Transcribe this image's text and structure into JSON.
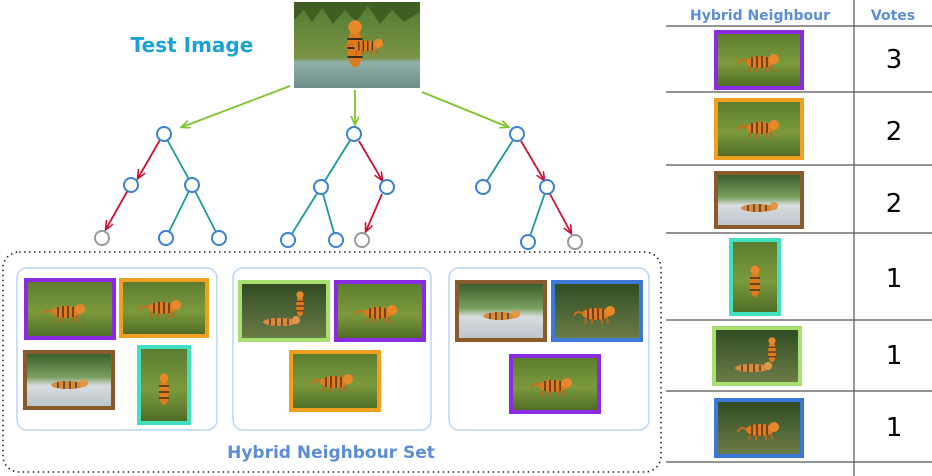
{
  "title": "Test Image",
  "set_label": "Hybrid Neighbour Set",
  "table": {
    "headers": [
      "Hybrid Neighbour",
      "Votes"
    ],
    "rows": [
      {
        "votes": "3",
        "frame": "#8a2be2"
      },
      {
        "votes": "2",
        "frame": "#f0a020"
      },
      {
        "votes": "2",
        "frame": "#8b5a2b"
      },
      {
        "votes": "1",
        "frame": "#40e0c0"
      },
      {
        "votes": "1",
        "frame": "#a8e070"
      },
      {
        "votes": "1",
        "frame": "#3d78d8"
      }
    ]
  },
  "colors": {
    "title_text": "#1aa3d0",
    "label_text": "#5b8ed6",
    "edge": "#1a9a9a",
    "path_edge": "#cc1133",
    "node": "#3a80d0",
    "leaf_node": "#999999",
    "query_arrow": "#7ac52a",
    "group_border": "#b9d6f2",
    "set_border": "#222222",
    "grid": "#555555"
  },
  "icons": [
    "tiger-photo-thumbnail",
    "tree-node-circle",
    "arrow-icon"
  ]
}
